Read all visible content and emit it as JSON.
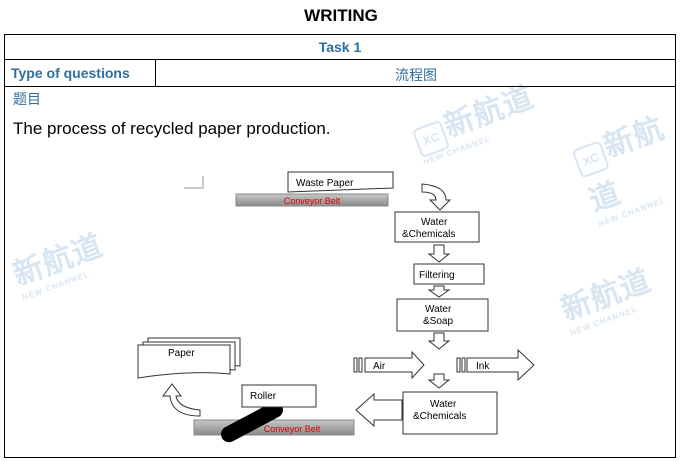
{
  "header": {
    "title": "WRITING"
  },
  "table": {
    "task": "Task 1",
    "type_label": "Type of questions",
    "type_value": "流程图",
    "topic_label": "题目",
    "question": "The process of recycled paper production."
  },
  "watermark": {
    "brand": "新航道",
    "brand_en": "NEW CHANNEL",
    "logo": "XC"
  },
  "diagram": {
    "waste_paper": "Waste Paper",
    "conveyor_belt_top": "Conveyor  Belt",
    "water_chemicals_1_line1": "Water",
    "water_chemicals_1_line2": "&Chemicals",
    "filtering": "Filtering",
    "water_soap_line1": "Water",
    "water_soap_line2": "&Soap",
    "air": "Air",
    "ink": "Ink",
    "water_chemicals_2_line1": "Water",
    "water_chemicals_2_line2": "&Chemicals",
    "roller": "Roller",
    "conveyor_belt_bottom": "Conveyor  Belt",
    "paper": "Paper",
    "belt_text_color": "#e00000"
  }
}
